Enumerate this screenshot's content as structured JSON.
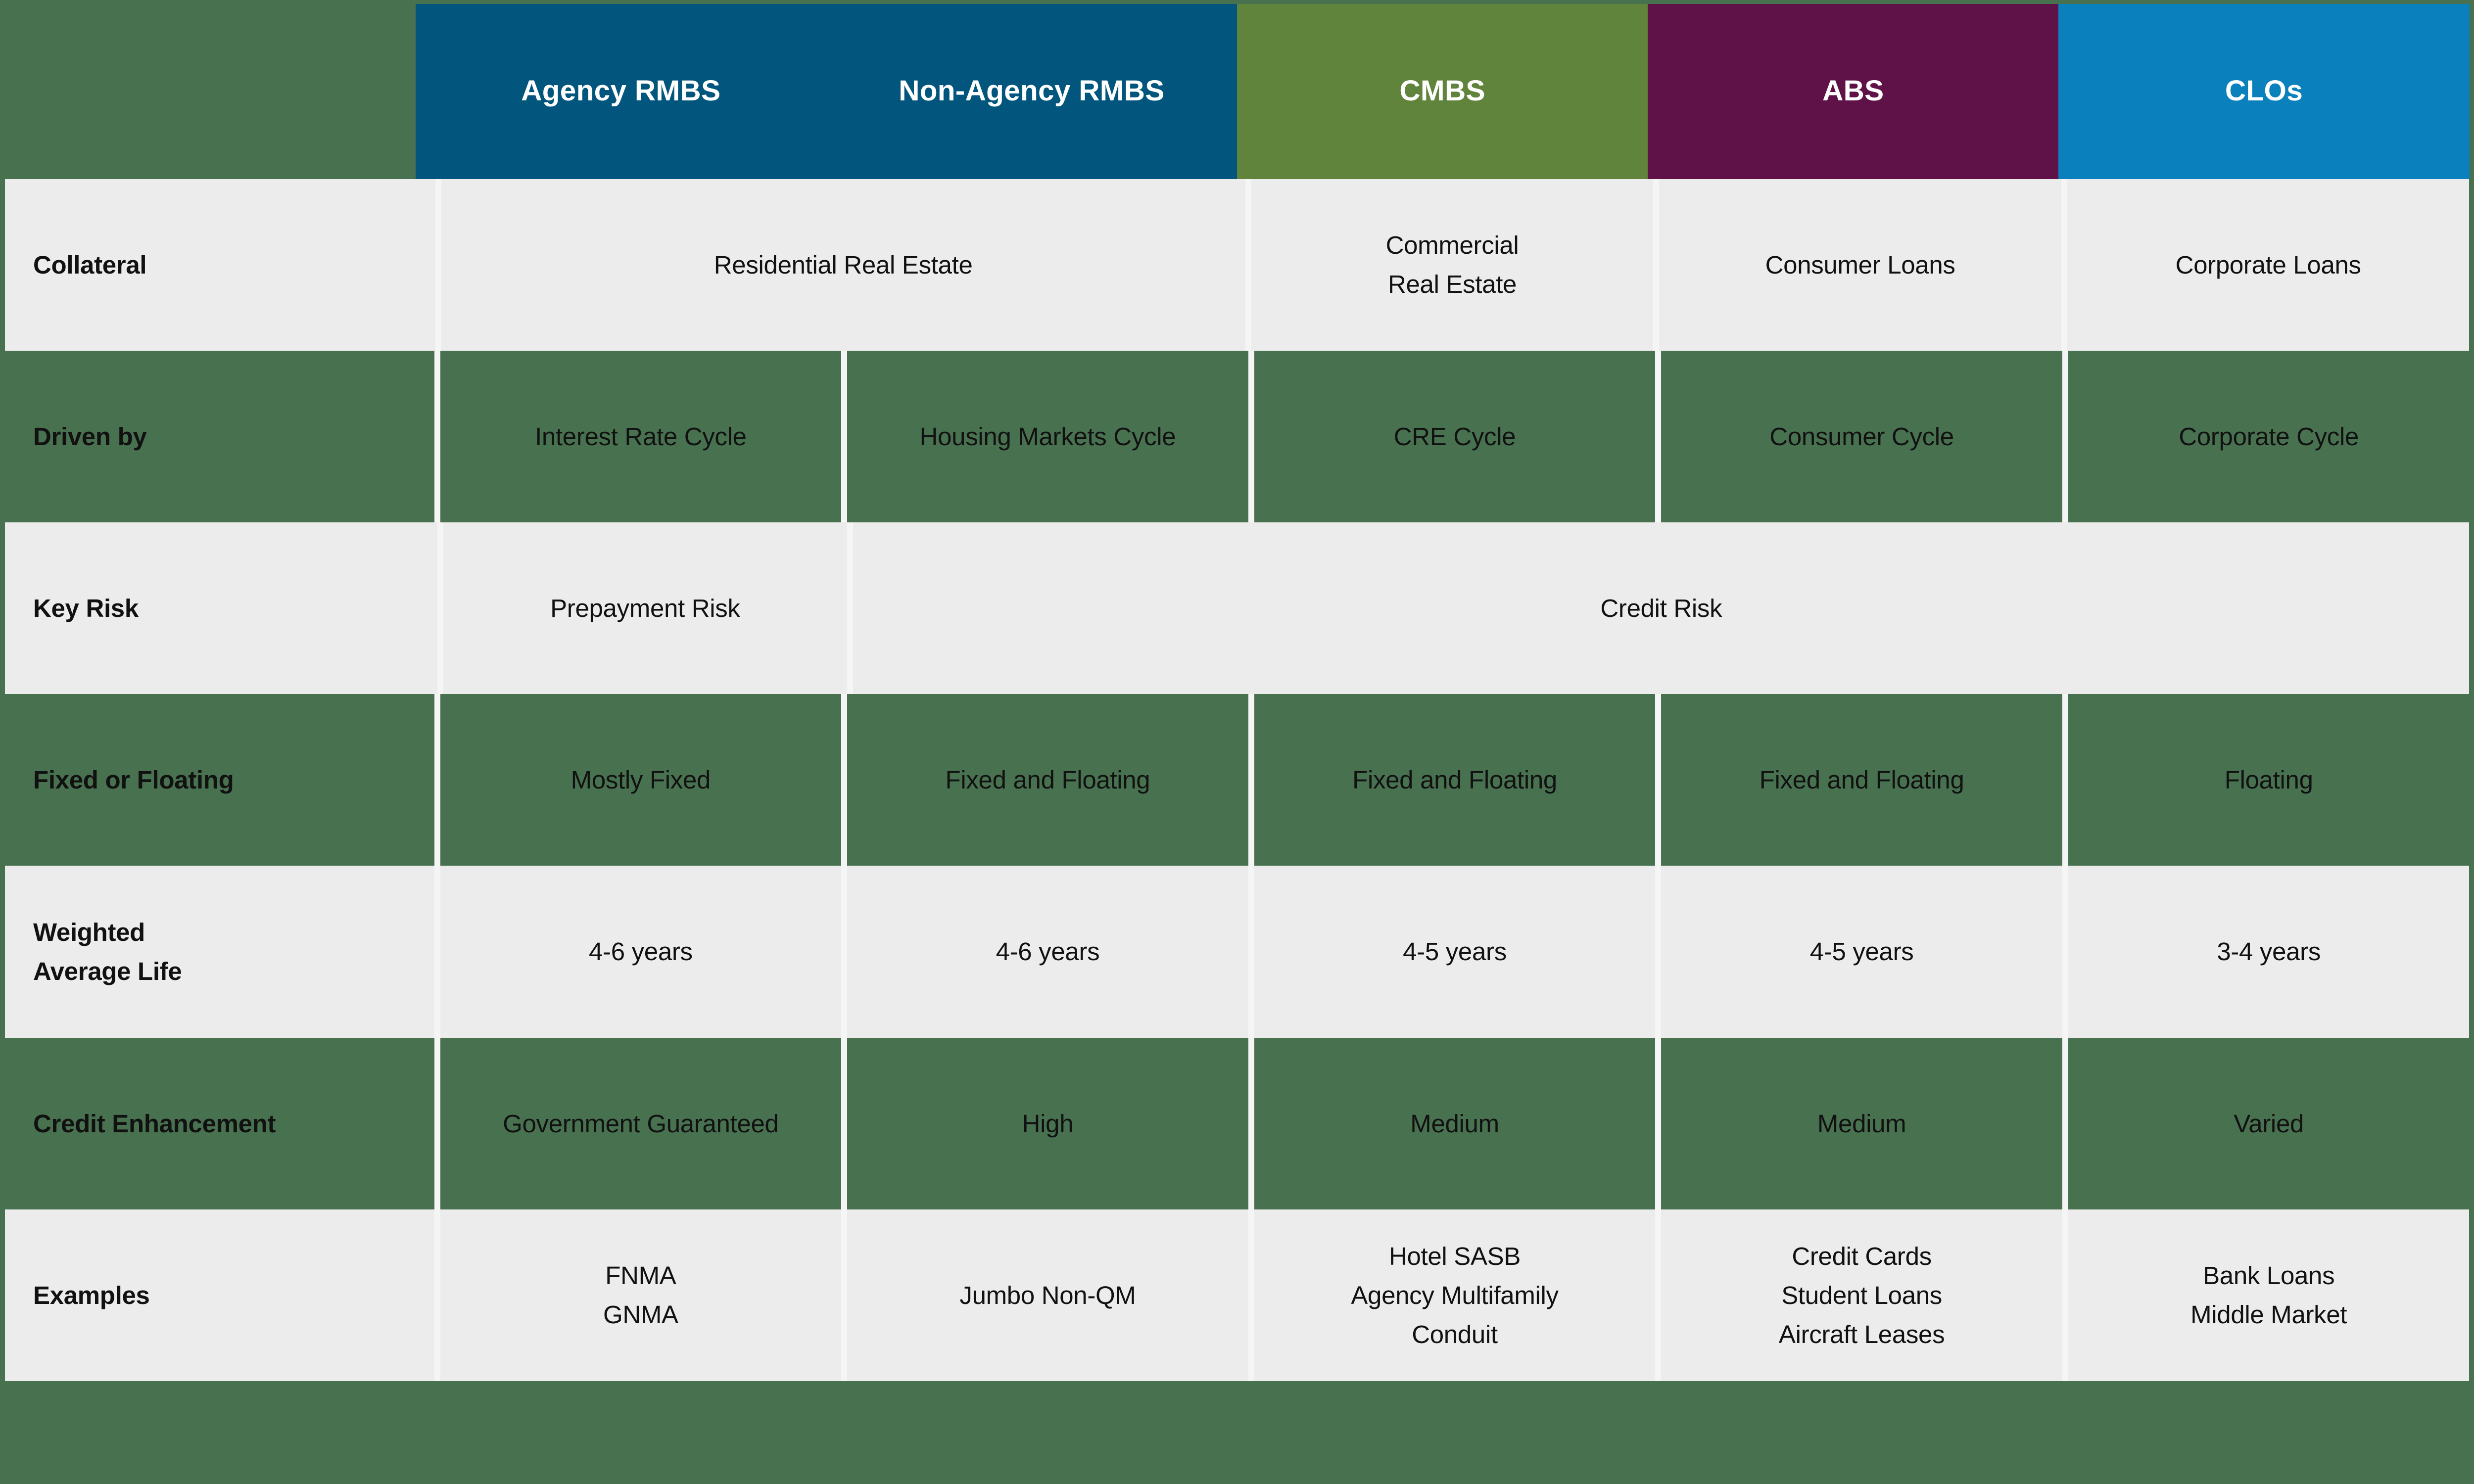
{
  "colors": {
    "page_green": "#487150",
    "light_row": "#ECECEC",
    "separator": "#F5F5F5",
    "agency_rmbs_blue": "#02567E",
    "cmbs_olive": "#61843C",
    "abs_plum": "#5E1247",
    "clos_blue": "#0A80BC",
    "body_text": "#111111",
    "header_text": "#FFFFFF"
  },
  "table": {
    "header": {
      "columns": [
        {
          "label": "Agency RMBS",
          "bg": "#02567E"
        },
        {
          "label": "Non-Agency RMBS",
          "bg": "#02567E"
        },
        {
          "label": "CMBS",
          "bg": "#61843C"
        },
        {
          "label": "ABS",
          "bg": "#5E1247"
        },
        {
          "label": "CLOs",
          "bg": "#0A80BC"
        }
      ]
    },
    "rows": [
      {
        "label": "Collateral",
        "shade": "light",
        "cells": [
          {
            "text": "Residential Real Estate",
            "span": 2
          },
          {
            "text": "Commercial\nReal Estate",
            "span": 1
          },
          {
            "text": "Consumer Loans",
            "span": 1
          },
          {
            "text": "Corporate Loans",
            "span": 1
          }
        ]
      },
      {
        "label": "Driven by",
        "shade": "green",
        "cells": [
          {
            "text": "Interest Rate Cycle",
            "span": 1
          },
          {
            "text": "Housing Markets Cycle",
            "span": 1
          },
          {
            "text": "CRE Cycle",
            "span": 1
          },
          {
            "text": "Consumer Cycle",
            "span": 1
          },
          {
            "text": "Corporate Cycle",
            "span": 1
          }
        ]
      },
      {
        "label": "Key Risk",
        "shade": "light",
        "cells": [
          {
            "text": "Prepayment Risk",
            "span": 1
          },
          {
            "text": "Credit Risk",
            "span": 4
          }
        ]
      },
      {
        "label": "Fixed or Floating",
        "shade": "green",
        "cells": [
          {
            "text": "Mostly Fixed",
            "span": 1
          },
          {
            "text": "Fixed and Floating",
            "span": 1
          },
          {
            "text": "Fixed and Floating",
            "span": 1
          },
          {
            "text": "Fixed and Floating",
            "span": 1
          },
          {
            "text": "Floating",
            "span": 1
          }
        ]
      },
      {
        "label": "Weighted\nAverage Life",
        "shade": "light",
        "cells": [
          {
            "text": "4-6 years",
            "span": 1
          },
          {
            "text": "4-6 years",
            "span": 1
          },
          {
            "text": "4-5 years",
            "span": 1
          },
          {
            "text": "4-5 years",
            "span": 1
          },
          {
            "text": "3-4 years",
            "span": 1
          }
        ]
      },
      {
        "label": "Credit Enhancement",
        "shade": "green",
        "cells": [
          {
            "text": "Government Guaranteed",
            "span": 1
          },
          {
            "text": "High",
            "span": 1
          },
          {
            "text": "Medium",
            "span": 1
          },
          {
            "text": "Medium",
            "span": 1
          },
          {
            "text": "Varied",
            "span": 1
          }
        ]
      },
      {
        "label": "Examples",
        "shade": "light",
        "cells": [
          {
            "text": "FNMA\nGNMA",
            "span": 1
          },
          {
            "text": "Jumbo Non-QM",
            "span": 1
          },
          {
            "text": "Hotel SASB\nAgency Multifamily\nConduit",
            "span": 1
          },
          {
            "text": "Credit Cards\nStudent Loans\nAircraft Leases",
            "span": 1
          },
          {
            "text": "Bank Loans\nMiddle Market",
            "span": 1
          }
        ]
      }
    ]
  },
  "chart_data": {
    "type": "table",
    "columns": [
      "",
      "Agency RMBS",
      "Non-Agency RMBS",
      "CMBS",
      "ABS",
      "CLOs"
    ],
    "rows": [
      [
        "Collateral",
        "Residential Real Estate",
        "Residential Real Estate",
        "Commercial Real Estate",
        "Consumer Loans",
        "Corporate Loans"
      ],
      [
        "Driven by",
        "Interest Rate Cycle",
        "Housing Markets Cycle",
        "CRE Cycle",
        "Consumer Cycle",
        "Corporate Cycle"
      ],
      [
        "Key Risk",
        "Prepayment Risk",
        "Credit Risk",
        "Credit Risk",
        "Credit Risk",
        "Credit Risk"
      ],
      [
        "Fixed or Floating",
        "Mostly Fixed",
        "Fixed and Floating",
        "Fixed and Floating",
        "Fixed and Floating",
        "Floating"
      ],
      [
        "Weighted Average Life",
        "4-6 years",
        "4-6 years",
        "4-5 years",
        "4-5 years",
        "3-4 years"
      ],
      [
        "Credit Enhancement",
        "Government Guaranteed",
        "High",
        "Medium",
        "Medium",
        "Varied"
      ],
      [
        "Examples",
        "FNMA, GNMA",
        "Jumbo Non-QM",
        "Hotel SASB, Agency Multifamily, Conduit",
        "Credit Cards, Student Loans, Aircraft Leases",
        "Bank Loans, Middle Market"
      ]
    ],
    "merged_cells": [
      {
        "row": "Collateral",
        "span_columns": [
          "Agency RMBS",
          "Non-Agency RMBS"
        ],
        "value": "Residential Real Estate"
      },
      {
        "row": "Key Risk",
        "span_columns": [
          "Non-Agency RMBS",
          "CMBS",
          "ABS",
          "CLOs"
        ],
        "value": "Credit Risk"
      }
    ],
    "legend_position": "none",
    "grid": "white column separators, alternating row shading"
  }
}
